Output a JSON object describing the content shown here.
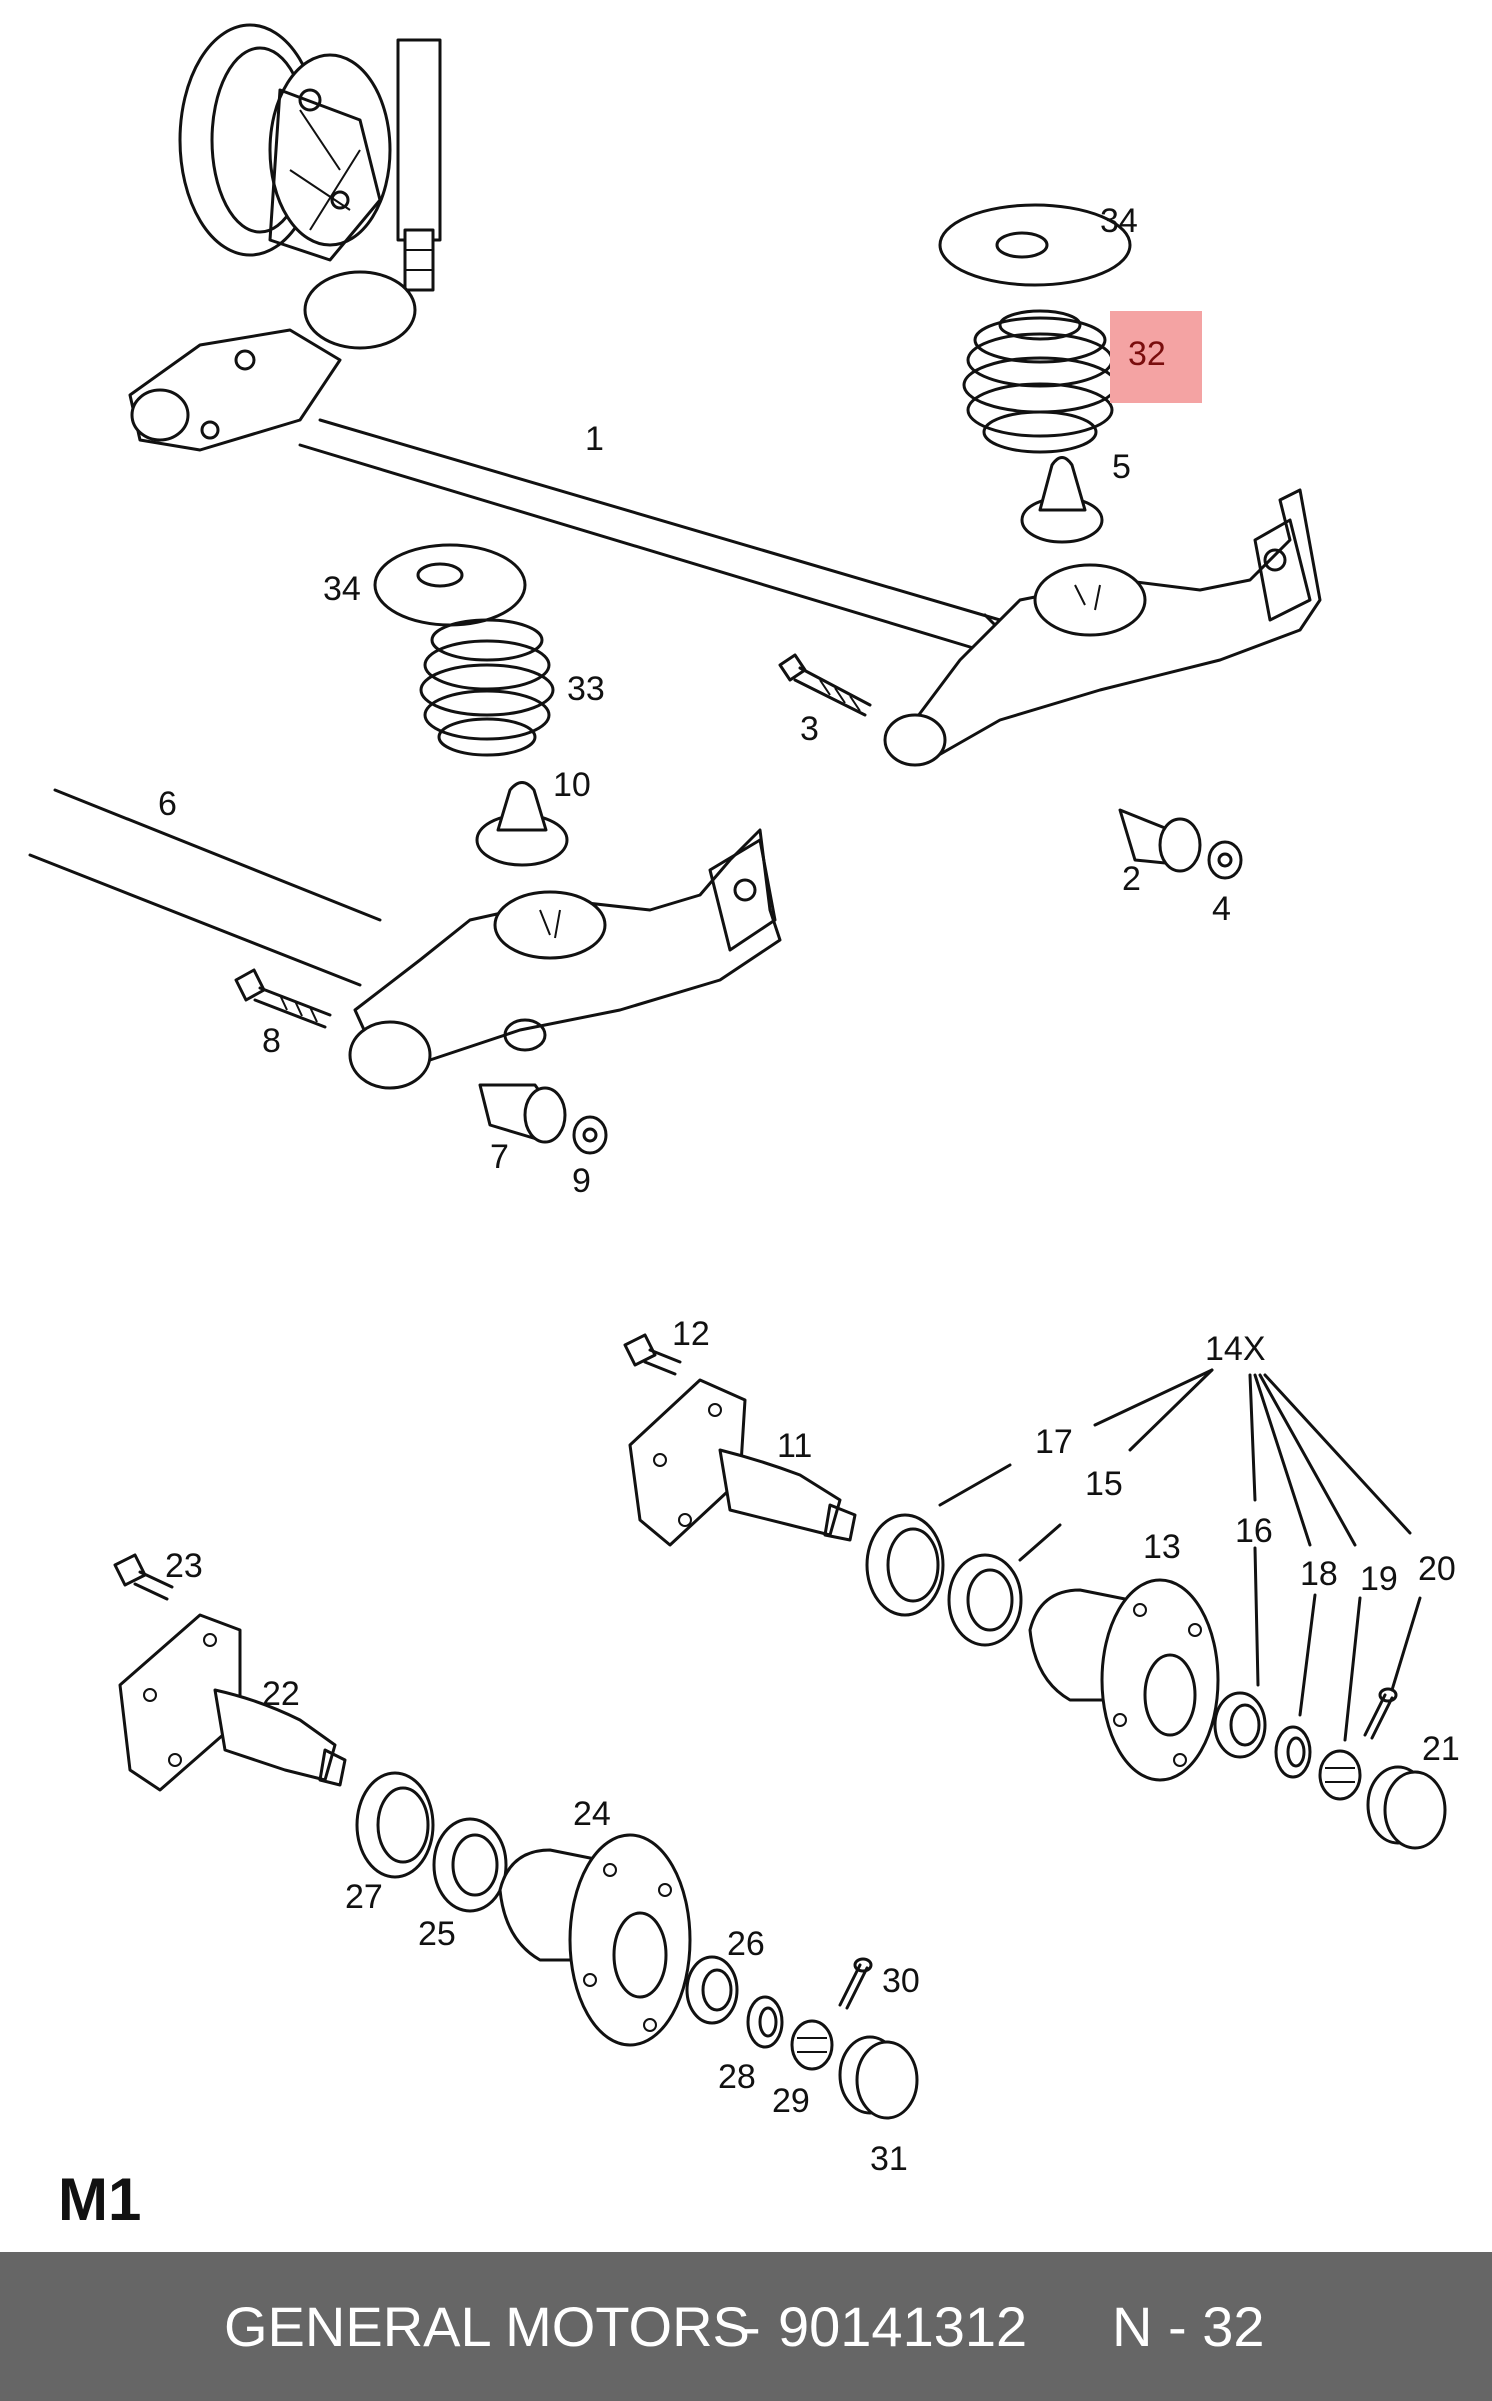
{
  "section_id": "M1",
  "footer": {
    "brand": "GENERAL MOTORS",
    "separator": "-",
    "part_number": "90141312",
    "page_ref": "N - 32"
  },
  "highlight": {
    "label": "32",
    "color": "#f4a3a3"
  },
  "callouts": {
    "c1": "1",
    "c2": "2",
    "c3": "3",
    "c4": "4",
    "c5": "5",
    "c6": "6",
    "c7": "7",
    "c8": "8",
    "c9": "9",
    "c10": "10",
    "c11": "11",
    "c12": "12",
    "c13": "13",
    "c14": "14X",
    "c15": "15",
    "c16": "16",
    "c17": "17",
    "c18": "18",
    "c19": "19",
    "c20": "20",
    "c21": "21",
    "c22": "22",
    "c23": "23",
    "c24": "24",
    "c25": "25",
    "c26": "26",
    "c27": "27",
    "c28": "28",
    "c29": "29",
    "c30": "30",
    "c31": "31",
    "c33": "33",
    "c34a": "34",
    "c34b": "34"
  }
}
